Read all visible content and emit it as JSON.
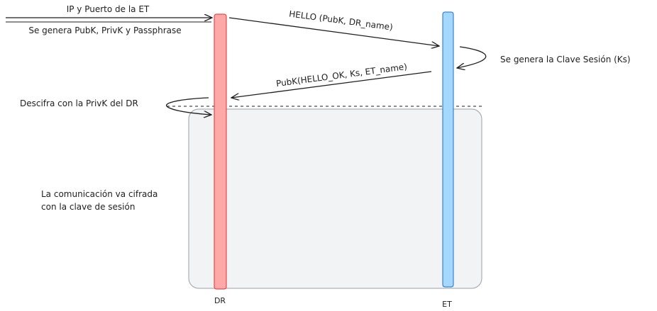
{
  "input_label": "IP y Puerto de la ET",
  "gen_keys_label": "Se genera PubK, PrivK y Passphrase",
  "hello_msg": "HELLO (PubK, DR_name)",
  "session_key_label": "Se genera la Clave Sesión (Ks)",
  "reply_msg": "PubK(HELLO_OK, Ks, ET_name)",
  "decrypt_label": "Descifra con la PrivK del DR",
  "encrypted_comm_line1": "La comunicación va cifrada",
  "encrypted_comm_line2": "con la clave de sesión",
  "lifeline_dr_label": "DR",
  "lifeline_et_label": "ET",
  "colors": {
    "dr_fill": "#ffa8a8",
    "dr_stroke": "#e03131",
    "et_fill": "#a5d8ff",
    "et_stroke": "#1971c2",
    "region_fill": "#f1f3f5",
    "stroke": "#1e1e1e"
  }
}
